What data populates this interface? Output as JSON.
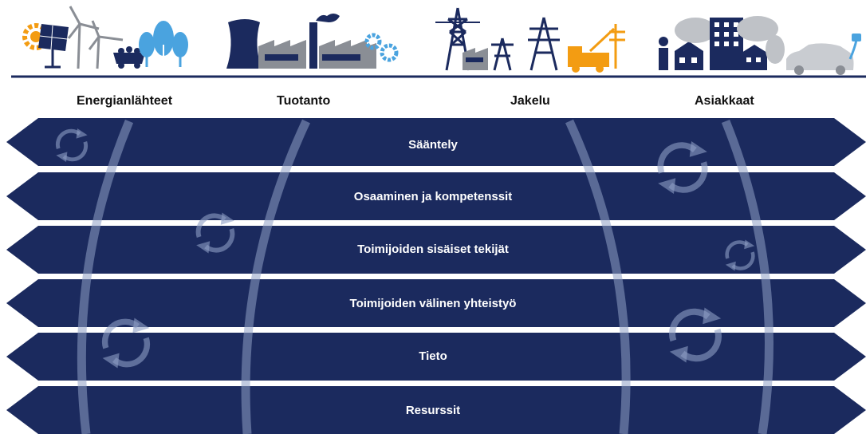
{
  "columns": [
    "Energianlähteet",
    "Tuotanto",
    "Jakelu",
    "Asiakkaat"
  ],
  "bands": [
    "Sääntely",
    "Osaaminen ja kompetenssit",
    "Toimijoiden sisäiset tekijät",
    "Toimijoiden välinen yhteistyö",
    "Tieto",
    "Resurssit"
  ],
  "icons": {
    "energy_sources": [
      "sun-gear-icon",
      "solar-panel-icon",
      "wind-turbine-icon",
      "coal-cart-icon",
      "tree-icon"
    ],
    "production": [
      "cooling-tower-icon",
      "factory-icon",
      "gear-icon"
    ],
    "distribution": [
      "power-pylon-icon",
      "factory-icon",
      "utility-truck-icon"
    ],
    "customers": [
      "person-icon",
      "house-icon",
      "apartment-building-icon",
      "tree-icon",
      "electric-car-icon"
    ]
  },
  "colors": {
    "band": "#1b2a5e",
    "band_text": "#ffffff",
    "header_line": "#1b2a5e",
    "icon_gray": "#8a8e95",
    "icon_blue": "#4aa3df",
    "icon_orange": "#f39c12",
    "icon_navy": "#1b2a5e",
    "overlay": "#8e9fc4"
  }
}
